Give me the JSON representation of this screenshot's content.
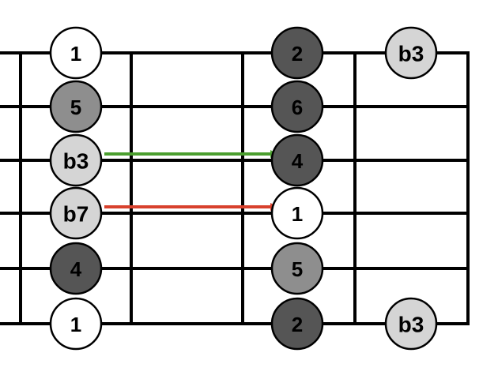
{
  "diagram": {
    "type": "fretboard-scale-diagram",
    "strings": 6,
    "frets_visible": 4,
    "colors": {
      "line": "#000000",
      "root": "#ffffff",
      "light": "#d5d5d5",
      "mid": "#8e8e8e",
      "dark": "#555555",
      "text_on_light": "#000000",
      "text_on_dark": "#000000",
      "arrow_green": "#4a9e2e",
      "arrow_red": "#d8412d"
    },
    "notes": [
      {
        "label": "1",
        "string": 1,
        "fret": 1,
        "shade": "root"
      },
      {
        "label": "5",
        "string": 2,
        "fret": 1,
        "shade": "mid"
      },
      {
        "label": "b3",
        "string": 3,
        "fret": 1,
        "shade": "light"
      },
      {
        "label": "b7",
        "string": 4,
        "fret": 1,
        "shade": "light"
      },
      {
        "label": "4",
        "string": 5,
        "fret": 1,
        "shade": "dark"
      },
      {
        "label": "1",
        "string": 6,
        "fret": 1,
        "shade": "root"
      },
      {
        "label": "2",
        "string": 1,
        "fret": 3,
        "shade": "dark"
      },
      {
        "label": "6",
        "string": 2,
        "fret": 3,
        "shade": "dark"
      },
      {
        "label": "4",
        "string": 3,
        "fret": 3,
        "shade": "dark"
      },
      {
        "label": "1",
        "string": 4,
        "fret": 3,
        "shade": "root"
      },
      {
        "label": "5",
        "string": 5,
        "fret": 3,
        "shade": "mid"
      },
      {
        "label": "2",
        "string": 6,
        "fret": 3,
        "shade": "dark"
      },
      {
        "label": "b3",
        "string": 1,
        "fret": 4,
        "shade": "light"
      },
      {
        "label": "b3",
        "string": 6,
        "fret": 4,
        "shade": "light"
      }
    ],
    "arrows": [
      {
        "from_string": 3,
        "from_fret": 1,
        "to_string": 3,
        "to_fret": 3,
        "color": "green"
      },
      {
        "from_string": 4,
        "from_fret": 1,
        "to_string": 4,
        "to_fret": 3,
        "color": "red"
      }
    ]
  }
}
